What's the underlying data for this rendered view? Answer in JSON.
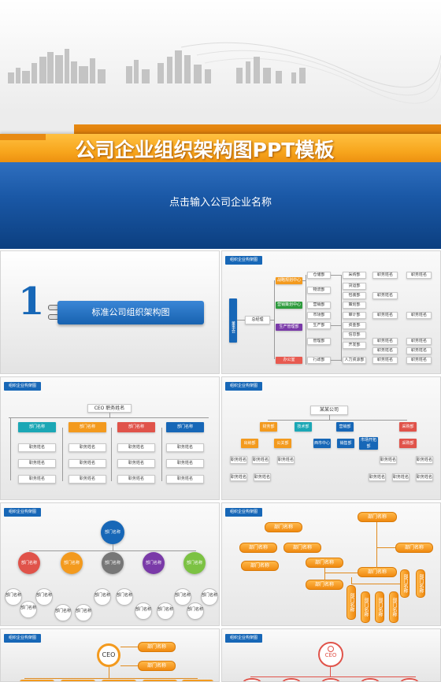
{
  "cover": {
    "title": "公司企业组织架构图PPT模板",
    "subtitle": "点击输入公司企业名称"
  },
  "tag_label": "组织企业构架图",
  "slide1": {
    "number": "1",
    "title": "标准公司组织架构图"
  },
  "slide2": {
    "root": "董事会",
    "gm": "总经理",
    "centers": [
      "战略规划中心",
      "营销策划中心",
      "生产管理部",
      "办公室"
    ],
    "depts": [
      "仓储部",
      "物流部",
      "营销部",
      "市场部",
      "生产部",
      "管理部",
      "行政部"
    ],
    "subs": [
      "采购部",
      "货运部",
      "包装部",
      "策划部",
      "审计部",
      "资金部",
      "信息部",
      "开发部",
      "人力资源部"
    ],
    "staff": "职务姓名"
  },
  "slide3": {
    "ceo": "CEO  职务姓名",
    "dept": "部门名称",
    "staff": "职务姓名"
  },
  "slide4": {
    "root": "某某公司",
    "level1": [
      "财务部",
      "技术部",
      "营销部",
      "采购部"
    ],
    "level2": [
      "出纳部",
      "公关部",
      "市场开拓部",
      "采购部"
    ],
    "level2b": [
      "西市中心",
      "销售部"
    ],
    "staff": "职务姓名",
    "staff2": "职务姓名"
  },
  "slide5": {
    "root": "部门名称",
    "dept": "部门名称",
    "leaf": "部门名称"
  },
  "slide6": {
    "dept": "部门名称"
  },
  "slide7": {
    "ceo": "CEO",
    "dept": "部门名称"
  },
  "slide8": {
    "ceo": "CEO"
  },
  "colors": {
    "blue": "#1767b7",
    "orange": "#f39a1e"
  }
}
